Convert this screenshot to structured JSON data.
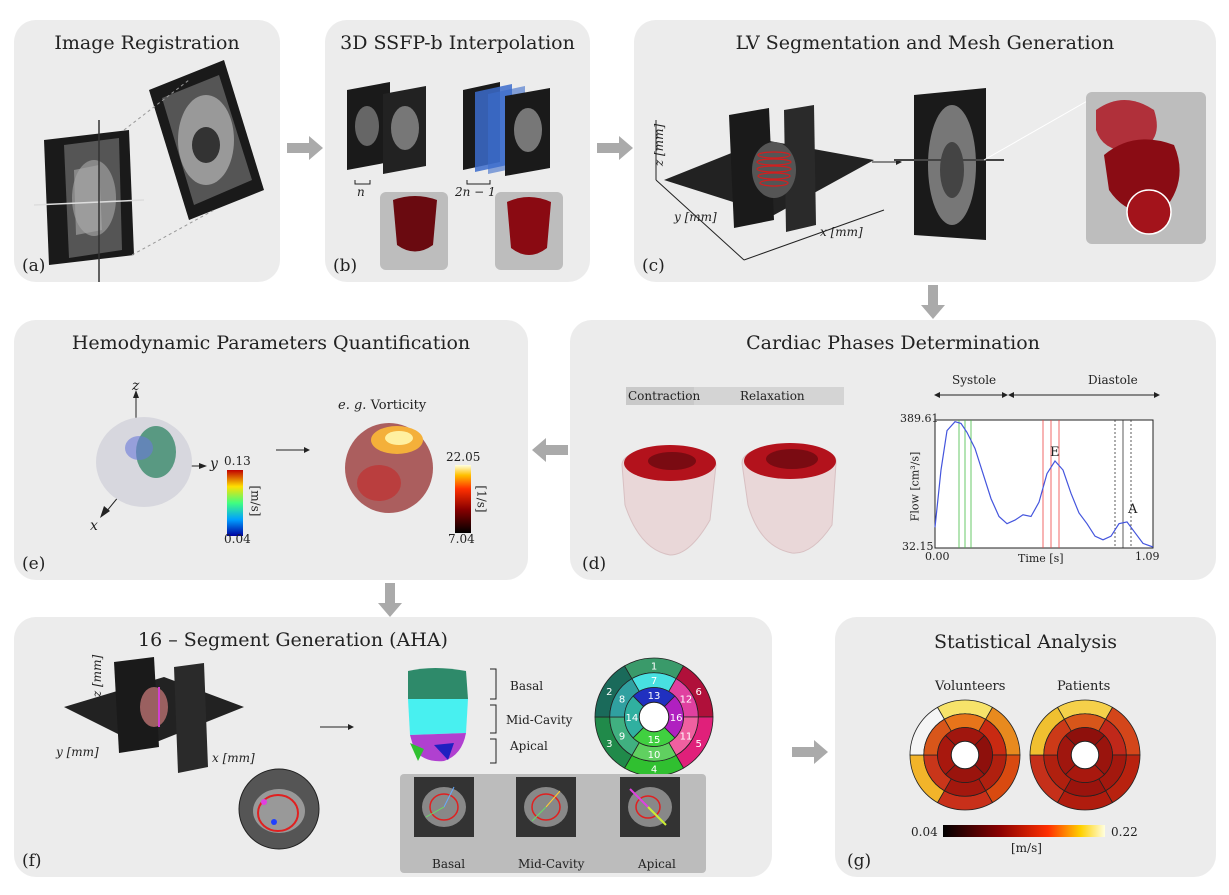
{
  "panels": {
    "a": {
      "title": "Image Registration",
      "label": "(a)"
    },
    "b": {
      "title": "3D SSFP-b Interpolation",
      "label": "(b)",
      "n_label": "n",
      "two_n_label": "2n − 1"
    },
    "c": {
      "title": "LV Segmentation and Mesh Generation",
      "label": "(c)",
      "z_axis": "z [mm]",
      "y_axis": "y [mm]",
      "x_axis": "x [mm]"
    },
    "d": {
      "title": "Cardiac Phases Determination",
      "label": "(d)",
      "contraction": "Contraction",
      "relaxation": "Relaxation",
      "systole": "Systole",
      "diastole": "Diastole",
      "chart": {
        "ylabel": "Flow [cm³/s]",
        "xlabel": "Time [s]",
        "y_max_label": "389.61",
        "y_min_label": "32.15",
        "x_min_label": "0.00",
        "x_max_label": "1.09",
        "peak_e": "E",
        "peak_a": "A"
      }
    },
    "e": {
      "title": "Hemodynamic Parameters Quantification",
      "label": "(e)",
      "axis_z": "z",
      "axis_y": "y",
      "axis_x": "x",
      "eg_label": "e. g.",
      "vorticity_label": "Vorticity",
      "vel_max": "0.13",
      "vel_min": "0.04",
      "vel_unit": "[m/s]",
      "vort_max": "22.05",
      "vort_min": "7.04",
      "vort_unit": "[1/s]"
    },
    "f": {
      "title": "16 – Segment Generation (AHA)",
      "label": "(f)",
      "z_axis": "z [mm]",
      "y_axis": "y [mm]",
      "x_axis": "x [mm]",
      "basal": "Basal",
      "mid": "Mid-Cavity",
      "apical": "Apical",
      "slice_basal": "Basal",
      "slice_mid": "Mid-Cavity",
      "slice_apical": "Apical",
      "segments": [
        "1",
        "2",
        "3",
        "4",
        "5",
        "6",
        "7",
        "8",
        "9",
        "10",
        "11",
        "12",
        "13",
        "14",
        "15",
        "16"
      ]
    },
    "g": {
      "title": "Statistical Analysis",
      "label": "(g)",
      "volunteers": "Volunteers",
      "patients": "Patients",
      "scale_min": "0.04",
      "scale_max": "0.22",
      "unit": "[m/s]"
    }
  },
  "colors": {
    "panel_bg": "#ececec",
    "arrow": "#aaaaaa",
    "heart_red": "#b3121c",
    "curve": "#4455dd"
  },
  "chart_data": {
    "type": "line",
    "title": "",
    "xlabel": "Time [s]",
    "ylabel": "Flow [cm³/s]",
    "xlim": [
      0.0,
      1.09
    ],
    "ylim": [
      32.15,
      389.61
    ],
    "x": [
      0.0,
      0.03,
      0.06,
      0.1,
      0.13,
      0.16,
      0.2,
      0.24,
      0.28,
      0.32,
      0.36,
      0.4,
      0.44,
      0.48,
      0.52,
      0.56,
      0.6,
      0.64,
      0.68,
      0.72,
      0.76,
      0.8,
      0.84,
      0.88,
      0.92,
      0.96,
      1.0,
      1.04,
      1.09
    ],
    "y": [
      90,
      250,
      360,
      385,
      380,
      355,
      310,
      240,
      170,
      120,
      100,
      110,
      125,
      120,
      160,
      240,
      275,
      250,
      185,
      130,
      100,
      65,
      55,
      65,
      100,
      105,
      75,
      45,
      35
    ]
  }
}
